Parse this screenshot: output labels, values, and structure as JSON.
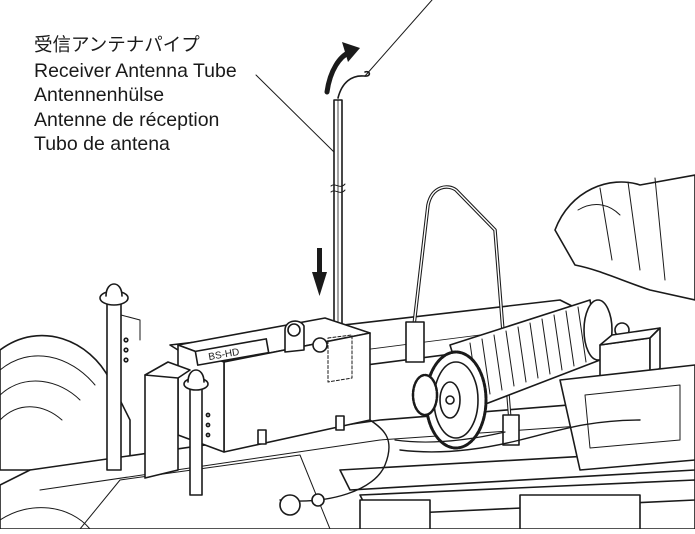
{
  "callout": {
    "lines": [
      "受信アンテナパイプ",
      "Receiver Antenna Tube",
      "Antennenhülse",
      "Antenne de réception",
      "Tubo de antena"
    ]
  },
  "receiver_label": "BS-HD",
  "icons": [
    "curved-arrow-icon",
    "down-arrow-icon"
  ]
}
